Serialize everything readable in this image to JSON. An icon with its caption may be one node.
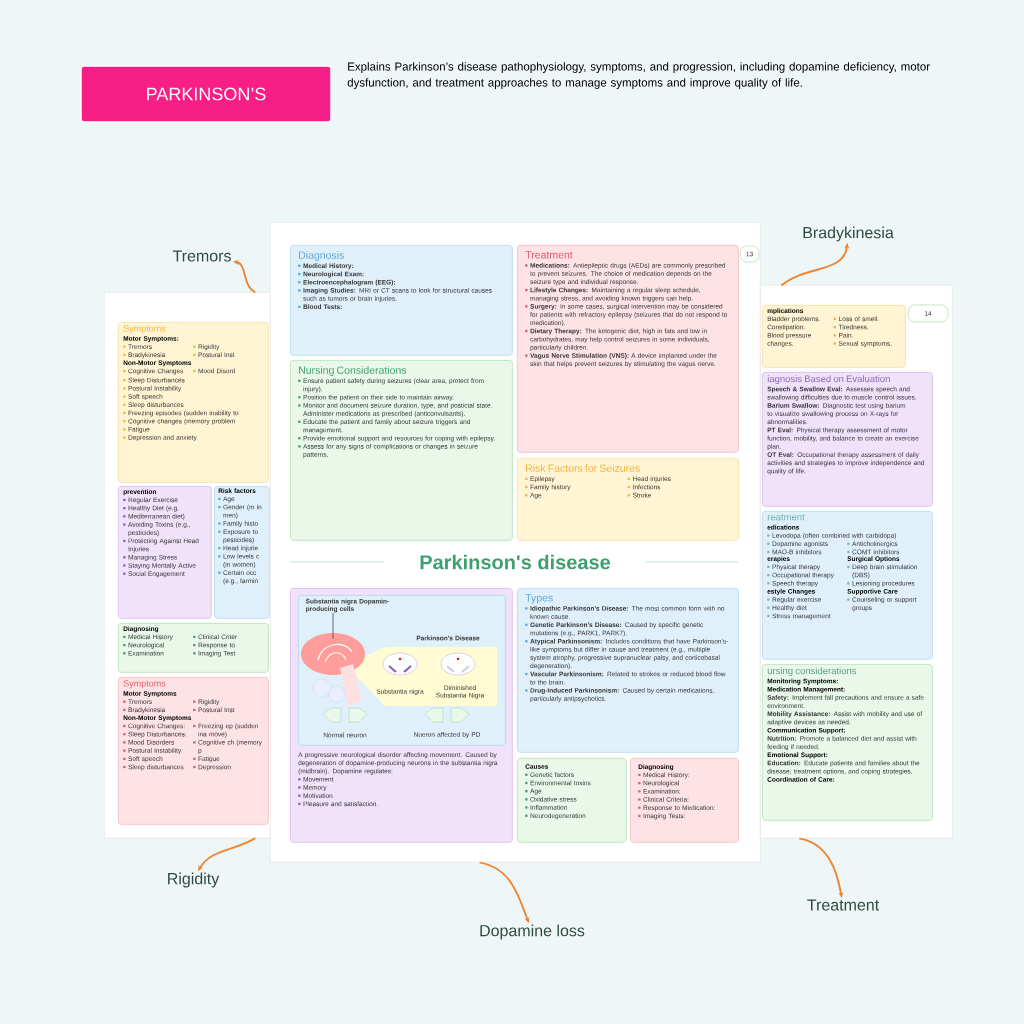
{
  "diagram": {
    "title": "PARKINSON’S",
    "nodes": [
      {
        "text": [],
        "shape": "box"
      },
      {
        "text": [
          "Symptoms",
          "Motor Symptoms:",
          "Tremors",
          "Rigidity",
          "Bradykinesia",
          "Postural Inst",
          "Non-Motor Symptoms",
          "Cognitive Changes",
          "Mood Disord",
          "Sleep Disturbances",
          "Postural Instability",
          "Soft speech",
          "Sleep disturbances",
          "Freezing episodes (sudden inability to",
          "Cognitive changes (memory problem",
          "Fatigue",
          "Depression and anxiety"
        ],
        "in": 0
      },
      {
        "text": [
          "prevention",
          "Regular Exercise",
          "Healthy Diet (e.g.",
          "Mediterranean diet)",
          "Avoiding Toxins (e.g., pesticides)",
          "Protecting Against Head Injuries",
          "Managing Stress",
          "Staying Mentally Active",
          "Social Engagement"
        ],
        "in": 0
      },
      {
        "text": [
          "Risk factors",
          "Age",
          "Gender (m in men)",
          "Family histo",
          "Exposure to pesticides)",
          "Head injurie",
          "Low levels c (in women)",
          "Certain occ (e.g., farmin"
        ],
        "in": 0
      },
      {
        "text": [
          "Diagnosing",
          "Medical History",
          "Clinical Criter",
          "Neurological",
          "Response to",
          "Examination",
          "Imaging Test"
        ],
        "in": 0
      },
      {
        "text": [
          "Symptoms",
          "Motor Symptoms",
          "Tremors",
          "Rigidity",
          "Bradykinesia",
          "Postural Inst",
          "Non-Motor Symptoms",
          "Cognitive Changes:",
          "Sleep Disturbances:",
          "Mood Disorders",
          "Postural Instability",
          "Soft speech",
          "Sleep disturbances",
          "Freezing ep (sudden ina move)",
          "Cognitive ch (memory p",
          "Fatigue",
          "Depression"
        ],
        "in": 0
      },
      {
        "text": [
          "Parkinson's disease",
          "13"
        ]
      },
      {
        "text": [
          "Diagnosis",
          "Medical History:",
          "Neurological Exam:",
          "Electroencephalogram (EEG):",
          "**Imaging Studies:** MRI or CT scans to look for structural causes such as tumors or brain injuries.",
          "Blood Tests:"
        ],
        "in": 6
      },
      {
        "text": [
          "Nursing Considerations",
          "Ensure patient safety during seizures (clear area, protect from injury).",
          "Position the patient on their side to maintain airway.",
          "Monitor and document seizure duration, type, and postictal state.",
          "Administer medications as prescribed (anticonvulsants).",
          "Educate the patient and family about seizure triggers and management.",
          "Provide emotional support and resources for coping with epilepsy.",
          "Assess for any signs of complications or changes in seizure patterns."
        ],
        "in": 6
      },
      {
        "text": [
          "Treatment",
          "**Medications:** Antiepileptic drugs (AEDs) are commonly prescribed to prevent seizures. The choice of medication depends on the seizure type and individual response.",
          "**Lifestyle Changes:** Maintaining a regular sleep schedule, managing stress, and avoiding known triggers can help.",
          "**Surgery:** In some cases, surgical intervention may be considered for patients with refractory epilepsy (seizures that do not respond to medication).",
          "**Dietary Therapy:** The ketogenic diet, high in fats and low in carbohydrates, may help control seizures in some individuals, particularly children.",
          "**Vagus Nerve Stimulation (VNS):** A device implanted under the skin that helps prevent seizures by stimulating the vagus nerve."
        ],
        "in": 6
      },
      {
        "text": [
          "Risk Factors for Seizures",
          "Epilepsy",
          "Head injuries",
          "Family history",
          "Infections",
          "Age",
          "Stroke"
        ],
        "in": 6
      },
      {
        "text": [
          "A progressive neurological disorder affecting movement. Caused by degeneration of dopamine-producing neurons in the substantia nigra (midbrain). Dopamine regulates:",
          "Movement",
          "Memory",
          "Motivation",
          "Pleasure and satisfaction."
        ],
        "in": 6
      },
      {
        "text": [
          "Parkinson’s Disease",
          "Substantia nigra",
          "Diminished Substantia Nigra",
          "Normal neuron",
          "Nueron affected by PD"
        ],
        "in": 11
      },
      {
        "text": [
          "Substantia nigra Dopamin-producing cells"
        ],
        "in": 12
      },
      {
        "text": [],
        "shape": "picture",
        "in": 12
      },
      {
        "text": [
          "Types",
          "**Idiopathic Parkinson’s Disease:** The most common form with no known cause.",
          "**Genetic Parkinson’s Disease:** Caused by specific genetic mutations (e.g., PARK1, PARK7).",
          "**Atypical Parkinsonism:** Includes conditions that have Parkinson’s-like symptoms but differ in cause and treatment (e.g., multiple system atrophy, progressive supranuclear palsy, and corticobasal degeneration).",
          "**Vascular Parkinsonism:** Related to strokes or reduced blood flow to the brain.",
          "**Drug-Induced Parkinsonism:** Caused by certain medications, particularly antipsychotics."
        ],
        "in": 6
      },
      {
        "text": [
          "Causes",
          "Genetic factors",
          "Environmental toxins",
          "Age",
          "Oxidative stress",
          "Inflammation",
          "Neurodegeneration"
        ],
        "in": 6
      },
      {
        "text": [
          "Diagnosing",
          "Medical History:",
          "Neurological",
          "Examination:",
          "Clinical Criteria:",
          "Response to Medication:",
          "Imaging Tests:"
        ],
        "in": 6
      },
      {
        "text": [
          "14"
        ]
      },
      {
        "text": [
          "mplications",
          "Bladder problems.",
          "Loss of smell.",
          "Constipation.",
          "Tiredness.",
          "Blood pressure changes.",
          "Pain.",
          "Sexual symptoms."
        ],
        "in": 18
      },
      {
        "text": [
          "iagnosis Based on Evaluation",
          "**Speech & Swallow Eval:** Assesses speech and swallowing difficulties due to muscle control issues.",
          "**Barium Swallow:** Diagnostic test using barium to visualize swallowing process on X-rays for abnormalities.",
          "**PT Eval:** Physical therapy assessment of motor function, mobility, and balance to create an exercise plan.",
          "**OT Eval:** Occupational therapy assessment of daily activities and strategies to improve independence and quality of life."
        ],
        "in": 18
      },
      {
        "text": [
          "reatment",
          "edications",
          "Levodopa (often combined with carbidopa)",
          "Dopamine agonists",
          "Anticholinergics",
          "MAO-B inhibitors",
          "COMT inhibitors",
          "erapies",
          "Surgical Options",
          "Physical therapy",
          "Deep brain stimulation (DBS)",
          "Occupational therapy",
          "Lesioning procedures",
          "Speech therapy",
          "estyle Changes",
          "Supportive Care",
          "Regular exercise",
          "Counseling or support groups",
          "Healthy diet",
          "Stress management"
        ],
        "in": 18
      },
      {
        "text": [
          "ursing considerations",
          "Monitoring Symptoms:",
          "Medication Management:",
          "**Safety:** Implement fall precautions and ensure a safe environment.",
          "**Mobility Assistance:** Assist with mobility and use of adaptive devices as needed.",
          "Communication Support:",
          "**Nutrition:** Promote a balanced diet and assist with feeding if needed.",
          "Emotional Support:",
          "**Education:** Educate patients and families about the disease, treatment options, and coping strategies.",
          "Coordination of Care:"
        ],
        "in": 18
      },
      {
        "text": [
          "Tremors"
        ]
      },
      {
        "text": [
          "Bradykinesia"
        ]
      },
      {
        "text": [
          "Rigidity"
        ]
      },
      {
        "text": [
          "Dopamine loss"
        ]
      },
      {
        "text": [
          "Treatment"
        ]
      }
    ],
    "edges": [
      {
        "from": 0,
        "to": 23,
        "arrow": "to"
      },
      {
        "from": 18,
        "to": 24,
        "arrow": "to"
      },
      {
        "from": 0,
        "to": 25,
        "arrow": "to"
      },
      {
        "from": 6,
        "to": 26,
        "arrow": "to"
      },
      {
        "from": 18,
        "to": 27,
        "arrow": "to"
      },
      {
        "from": 13,
        "to": 14,
        "arrow": "none",
        "color": "#333333"
      }
    ],
    "labels": [
      "Explains Parkinson’s disease pathophysiology, symptoms, and progression, including dopamine deficiency, motor dysfunction, and treatment approaches to manage symptoms and improve quality of life."
    ]
  }
}
